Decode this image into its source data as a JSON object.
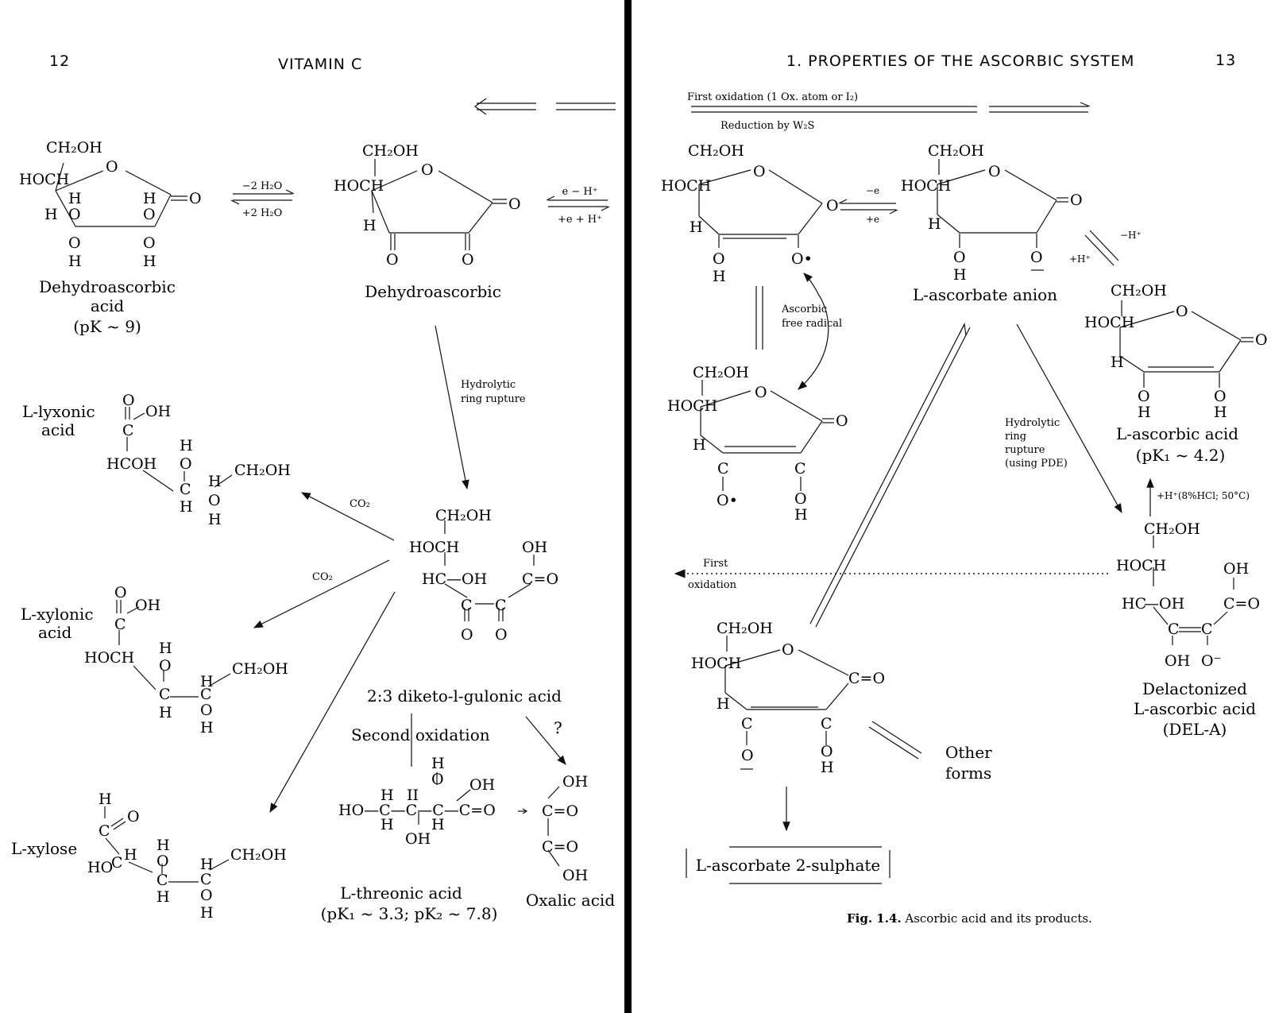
{
  "left_page": {
    "page_number": "12",
    "running_head": "VITAMIN C",
    "dehydroascorbic_acid": {
      "line1": "Dehydroascorbic",
      "line2": "acid",
      "pk": "(pK ~ 9)"
    },
    "dehydroascorbic": "Dehydroascorbic",
    "hydration_top": "−2 H₂O",
    "hydration_bottom": "+2 H₂O",
    "redox_top": "e − H⁺",
    "redox_bottom": "+e + H⁺",
    "hydrolytic": {
      "line1": "Hydrolytic",
      "line2": "ring rupture"
    },
    "co2": "CO₂",
    "diketo": "2:3 diketo-l-gulonic acid",
    "second_oxidation": "Second oxidation",
    "question": "?",
    "lyxonic": {
      "line1": "L-lyxonic",
      "line2": "acid"
    },
    "xylonic": {
      "line1": "L-xylonic",
      "line2": "acid"
    },
    "xylose": "L-xylose",
    "threonic": {
      "line1": "L-threonic acid",
      "line2": "(pK₁ ~ 3.3; pK₂ ~ 7.8)"
    },
    "oxalic": "Oxalic acid"
  },
  "right_page": {
    "page_number": "13",
    "running_head": "1. PROPERTIES OF THE ASCORBIC SYSTEM",
    "first_oxidation_top": "First oxidation (1 Ox. atom or I₂)",
    "reduction": "Reduction by W₂S",
    "minus_e": "−e",
    "plus_e": "+e",
    "minus_h": "−H⁺",
    "plus_h": "+H⁺",
    "ascorbate_anion": "L-ascorbate anion",
    "free_radical": {
      "line1": "Ascorbic",
      "line2": "free radical"
    },
    "ascorbic_acid": {
      "line1": "L-ascorbic acid",
      "line2": "(pK₁ ~ 4.2)"
    },
    "acid_condition": "+H⁺(8%HCl; 50°C)",
    "hydrolytic_pde": {
      "line1": "Hydrolytic",
      "line2": "ring",
      "line3": "rupture",
      "line4": "(using PDE)"
    },
    "first_oxidation": {
      "line1": "First",
      "line2": "oxidation"
    },
    "delactonized": {
      "line1": "Delactonized",
      "line2": "L-ascorbic acid",
      "line3": "(DEL-A)"
    },
    "other_forms": {
      "line1": "Other",
      "line2": "forms"
    },
    "sulphate": "L-ascorbate 2-sulphate",
    "caption_bold": "Fig. 1.4.",
    "caption_text": " Ascorbic acid and its products."
  }
}
